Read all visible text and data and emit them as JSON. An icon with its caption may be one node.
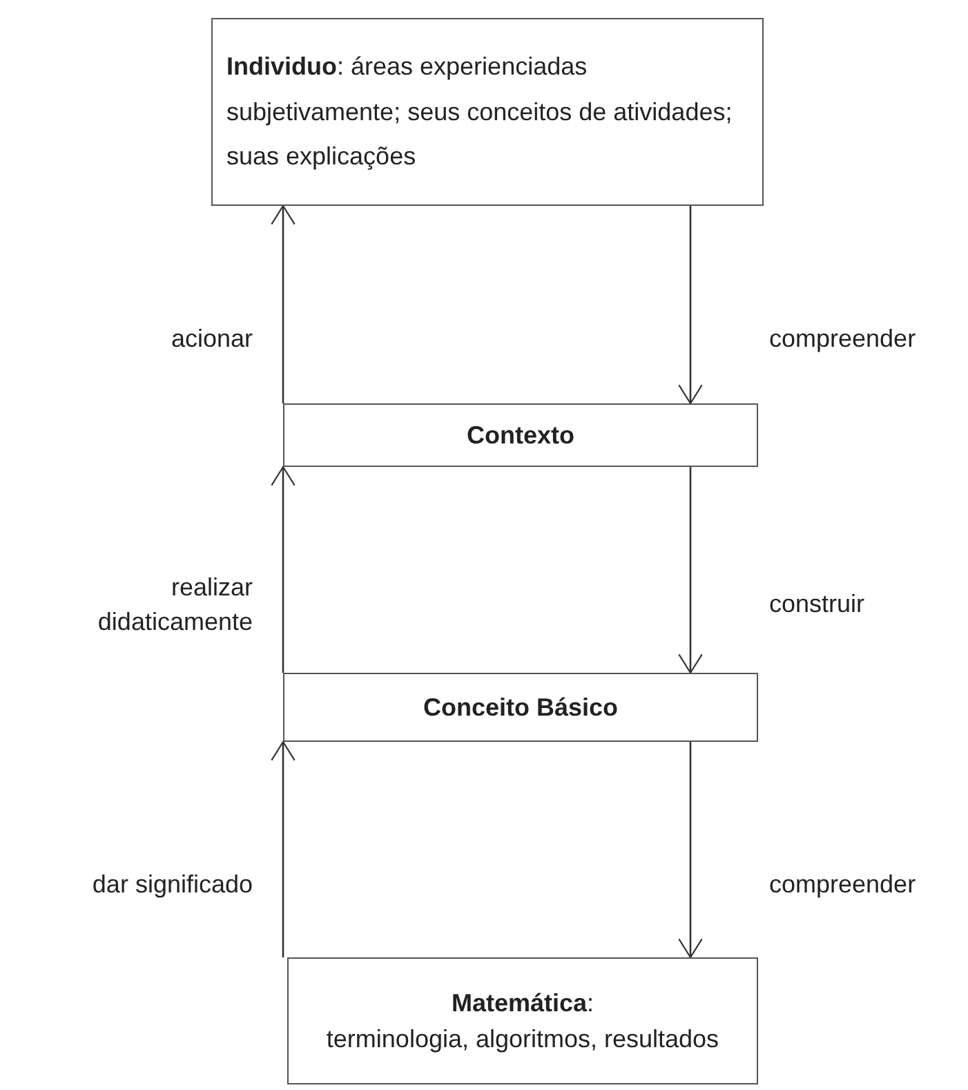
{
  "diagram": {
    "nodes": [
      {
        "text": [
          "**Individuo**: áreas experienciadas subjetivamente; seus conceitos de atividades; suas explicações"
        ]
      },
      {
        "text": [
          "Contexto"
        ]
      },
      {
        "text": [
          "Conceito Básico"
        ]
      },
      {
        "text": [
          "**Matemática**:",
          "terminologia, algoritmos, resultados"
        ]
      }
    ],
    "edges": [
      {
        "from": 1,
        "to": 0,
        "arrow": "to",
        "label": "acionar"
      },
      {
        "from": 0,
        "to": 1,
        "arrow": "to",
        "label": "compreender"
      },
      {
        "from": 2,
        "to": 1,
        "arrow": "to",
        "label": "realizar didaticamente"
      },
      {
        "from": 1,
        "to": 2,
        "arrow": "to",
        "label": "construir"
      },
      {
        "from": 3,
        "to": 2,
        "arrow": "to",
        "label": "dar significado"
      },
      {
        "from": 2,
        "to": 3,
        "arrow": "to",
        "label": "compreender"
      }
    ]
  }
}
